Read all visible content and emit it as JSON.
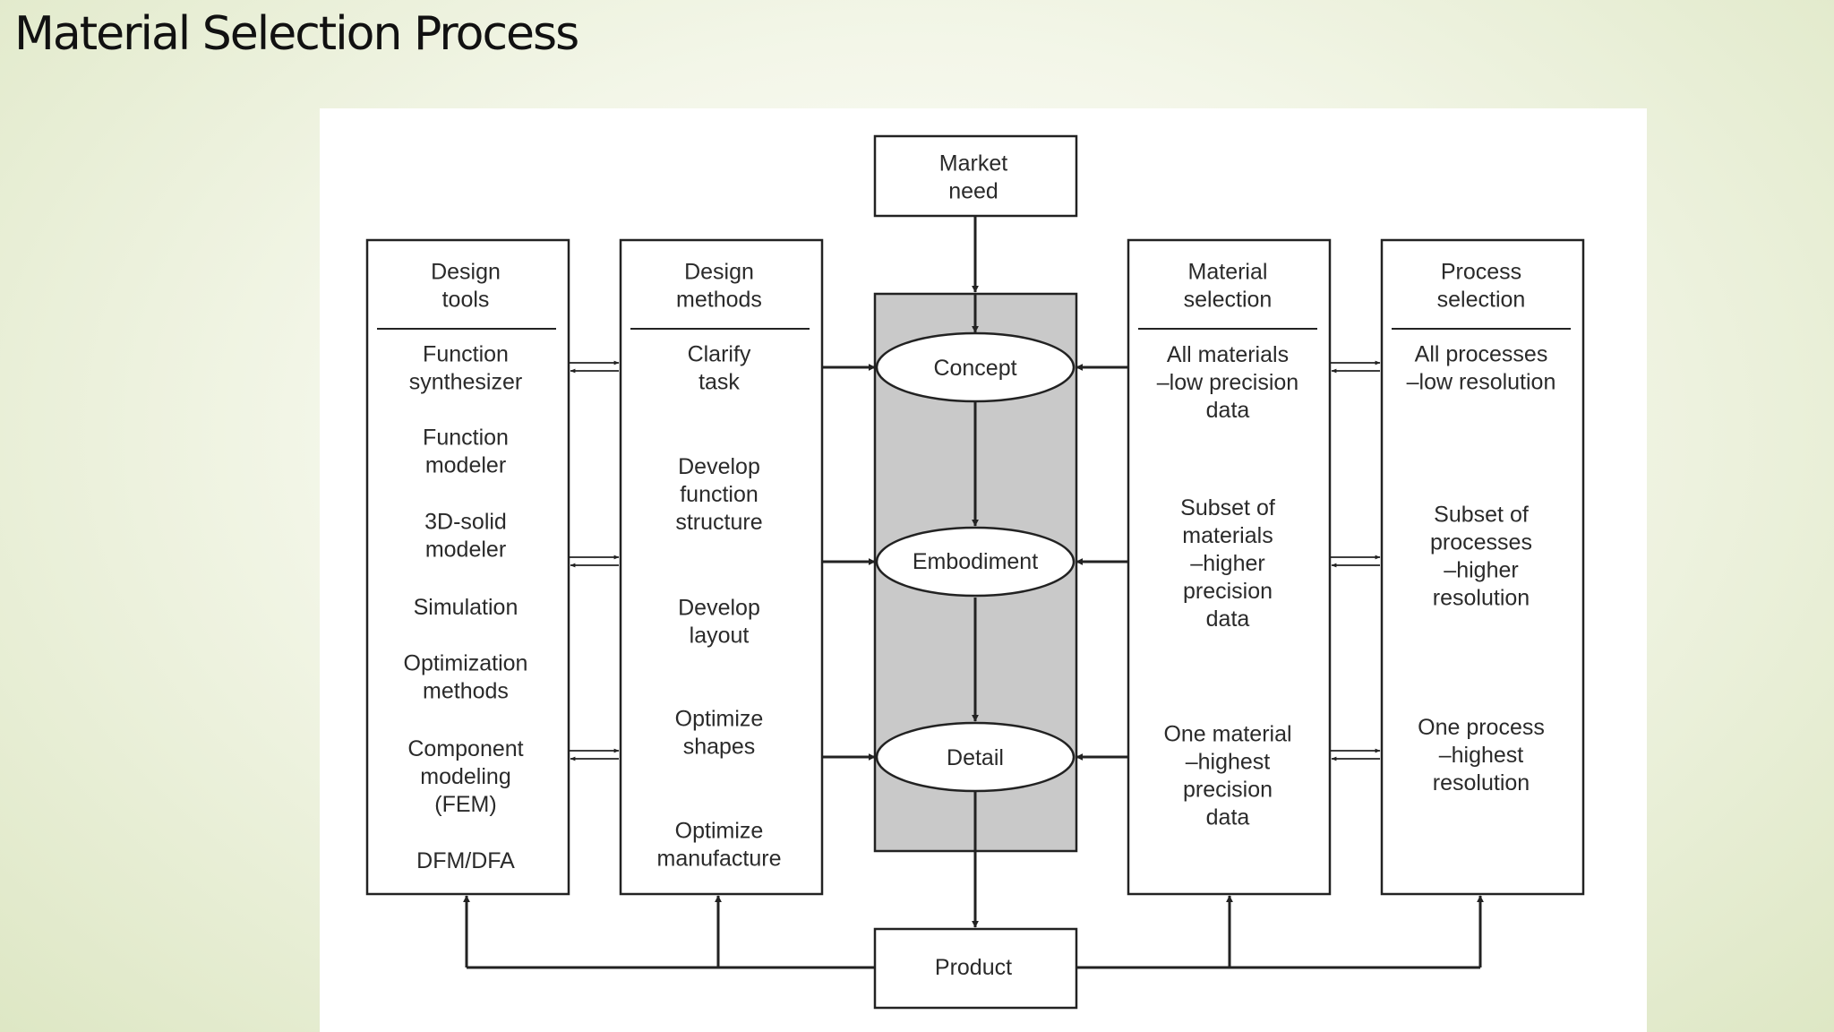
{
  "slide": {
    "title": "Material Selection Process"
  },
  "diagram": {
    "market_need": [
      "Market",
      "need"
    ],
    "product": "Product",
    "stages": [
      "Concept",
      "Embodiment",
      "Detail"
    ],
    "design_tools": {
      "heading": [
        "Design",
        "tools"
      ],
      "items": [
        [
          "Function",
          "synthesizer"
        ],
        [
          "Function",
          "modeler"
        ],
        [
          "3D-solid",
          "modeler"
        ],
        [
          "Simulation"
        ],
        [
          "Optimization",
          "methods"
        ],
        [
          "Component",
          "modeling",
          "(FEM)"
        ],
        [
          "DFM/DFA"
        ]
      ]
    },
    "design_methods": {
      "heading": [
        "Design",
        "methods"
      ],
      "items": [
        [
          "Clarify",
          "task"
        ],
        [
          "Develop",
          "function",
          "structure"
        ],
        [
          "Develop",
          "layout"
        ],
        [
          "Optimize",
          "shapes"
        ],
        [
          "Optimize",
          "manufacture"
        ]
      ]
    },
    "material_selection": {
      "heading": [
        "Material",
        "selection"
      ],
      "items": [
        [
          "All materials",
          "–low precision",
          "data"
        ],
        [
          "Subset of",
          "materials",
          "–higher",
          "precision",
          "data"
        ],
        [
          "One material",
          "–highest",
          "precision",
          "data"
        ]
      ]
    },
    "process_selection": {
      "heading": [
        "Process",
        "selection"
      ],
      "items": [
        [
          "All processes",
          "–low resolution"
        ],
        [
          "Subset of",
          "processes",
          "–higher",
          "resolution"
        ],
        [
          "One process",
          "–highest",
          "resolution"
        ]
      ]
    }
  },
  "colors": {
    "stage_band": "#c9c9c9",
    "line": "#222222",
    "panel": "#ffffff"
  }
}
